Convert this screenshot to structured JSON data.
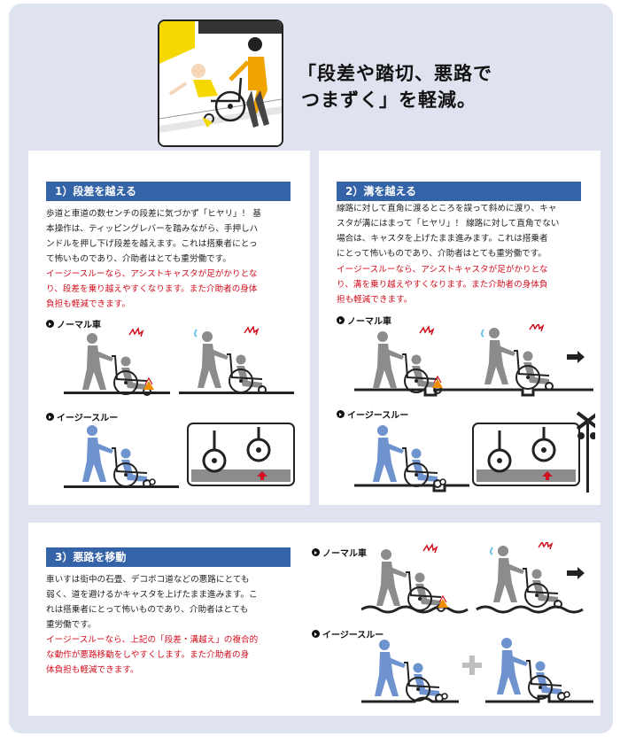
{
  "hero": {
    "title_line1": "「段差や踏切、悪路で",
    "title_line2": "つまずく」を軽減。"
  },
  "sections": [
    {
      "heading": "1）段差を越える",
      "body": [
        "歩道と車道の数センチの段差に気づかず「ヒヤリ」！ 基",
        "本操作は、ティッピングレバーを踏みながら、手押しハ",
        "ンドルを押し下げ段差を越えます。これは搭乗者にとっ",
        "て怖いものであり、介助者はとても重労働です。"
      ],
      "highlight": [
        "イージースルーなら、アシストキャスタが足がかりとな",
        "り、段差を乗り越えやすくなります。また介助者の身体",
        "負担も軽減できます。"
      ],
      "label_normal": "ノーマル車",
      "label_easy": "イージースルー"
    },
    {
      "heading": "2）溝を越える",
      "body": [
        "線路に対して直角に渡るところを誤って斜めに渡り、キャ",
        "スタが溝にはまって「ヒヤリ」！ 線路に対して直角でない",
        "場合は、キャスタを上げたまま進みます。これは搭乗者",
        "にとって怖いものであり、介助者はとても重労働です。"
      ],
      "highlight": [
        "イージースルーなら、アシストキャスタが足がかりとな",
        "り、溝を乗り越えやすくなります。また介助者の身体負",
        "担も軽減できます。"
      ],
      "label_normal": "ノーマル車",
      "label_easy": "イージースルー"
    },
    {
      "heading": "3）悪路を移動",
      "body": [
        "車いすは街中の石畳、デコボコ道などの悪路にとても",
        "弱く、道を避けるかキャスタを上げたまま進みます。こ",
        "れは搭乗者にとって怖いものであり、介助者はとても",
        "重労働です。"
      ],
      "highlight": [
        "イージースルーなら、上記の「段差・溝越え」の複合的",
        "な動作が悪路移動をしやすくします。また介助者の身",
        "体負担も軽減できます。"
      ],
      "label_normal": "ノーマル車",
      "label_easy": "イージースルー"
    }
  ],
  "colors": {
    "heading_blue": "#3563a7",
    "highlight_red": "#d10f1f",
    "normal_figure": "#8c8c8c",
    "easy_figure": "#6e93cf",
    "panel_bg": "#dfe3ef"
  }
}
